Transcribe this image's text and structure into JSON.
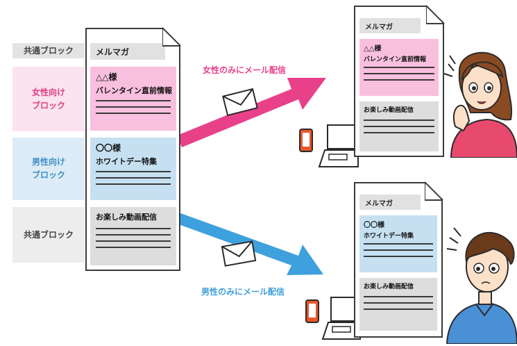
{
  "left_labels": {
    "common_top": "共通ブロック",
    "female_line1": "女性向け",
    "female_line2": "ブロック",
    "male_line1": "男性向け",
    "male_line2": "ブロック",
    "common_bottom": "共通ブロック"
  },
  "main_doc": {
    "header": "メルマガ",
    "female_block": {
      "name": "△△様",
      "subject": "バレンタイン直前情報"
    },
    "male_block": {
      "name": "〇〇様",
      "subject": "ホワイトデー特集"
    },
    "common_block": {
      "subject": "お楽しみ動画配信"
    }
  },
  "arrows": {
    "female_label": "女性のみにメール配信",
    "male_label": "男性のみにメール配信"
  },
  "female_doc": {
    "header": "メルマガ",
    "name": "△△様",
    "subject": "バレンタイン直前情報",
    "common": "お楽しみ動画配信"
  },
  "male_doc": {
    "header": "メルマガ",
    "name": "〇〇様",
    "subject": "ホワイトデー特集",
    "common": "お楽しみ動画配信"
  },
  "colors": {
    "pink": "#e8418a",
    "blue": "#3ea0dc",
    "pink_block": "#f9bfde",
    "blue_block": "#c6e0f2",
    "gray_block": "#dddddd",
    "phone": "#e8562a"
  }
}
